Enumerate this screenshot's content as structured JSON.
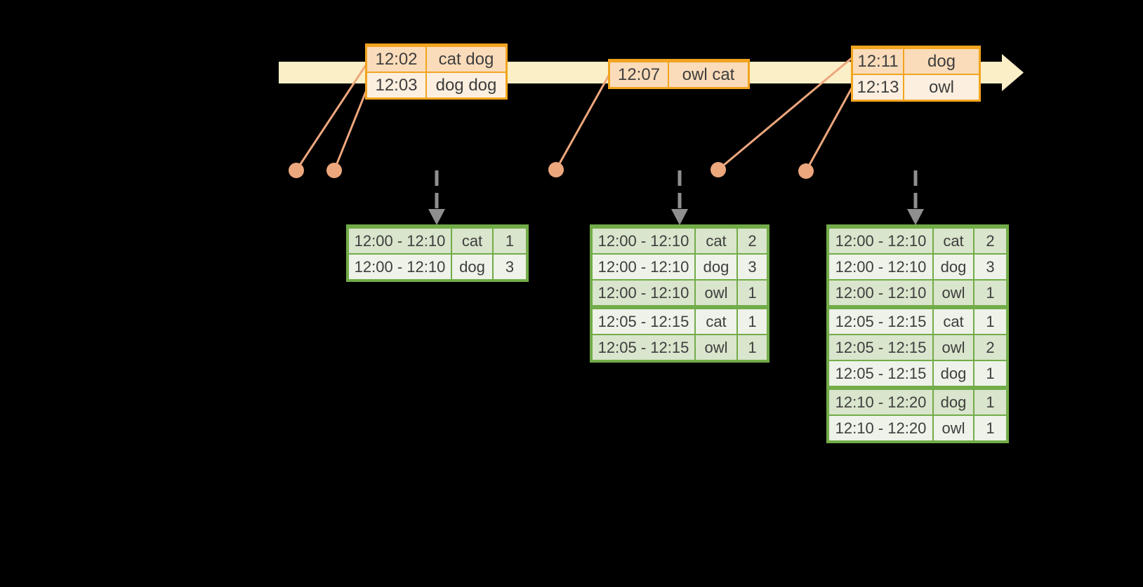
{
  "colors": {
    "background": "#000000",
    "bar_yellow": "#FBEFC8",
    "orange_border": "#F2A41E",
    "event_row_dark": "#FBDCBA",
    "event_row_light": "#FCEFDF",
    "connector_salmon": "#EDA77D",
    "green_border": "#72AC49",
    "result_row_dark": "#D9E5CC",
    "result_row_light": "#EEF2E8",
    "trigger_gray": "#8F8F8F",
    "text_dark": "#3E3E3E"
  },
  "timeline": {
    "event_tables": [
      {
        "rows": [
          {
            "time": "12:02",
            "words": "cat dog"
          },
          {
            "time": "12:03",
            "words": "dog dog"
          }
        ]
      },
      {
        "rows": [
          {
            "time": "12:07",
            "words": "owl cat"
          }
        ]
      },
      {
        "rows": [
          {
            "time": "12:11",
            "words": "dog"
          },
          {
            "time": "12:13",
            "words": "owl"
          }
        ]
      }
    ]
  },
  "result_tables": [
    {
      "rows": [
        {
          "window": "12:00 - 12:10",
          "word": "cat",
          "count": "1"
        },
        {
          "window": "12:00 - 12:10",
          "word": "dog",
          "count": "3"
        }
      ]
    },
    {
      "rows": [
        {
          "window": "12:00 - 12:10",
          "word": "cat",
          "count": "2"
        },
        {
          "window": "12:00 - 12:10",
          "word": "dog",
          "count": "3"
        },
        {
          "window": "12:00 - 12:10",
          "word": "owl",
          "count": "1"
        },
        {
          "window": "12:05 - 12:15",
          "word": "cat",
          "count": "1"
        },
        {
          "window": "12:05 - 12:15",
          "word": "owl",
          "count": "1"
        }
      ]
    },
    {
      "rows": [
        {
          "window": "12:00 - 12:10",
          "word": "cat",
          "count": "2"
        },
        {
          "window": "12:00 - 12:10",
          "word": "dog",
          "count": "3"
        },
        {
          "window": "12:00 - 12:10",
          "word": "owl",
          "count": "1"
        },
        {
          "window": "12:05 - 12:15",
          "word": "cat",
          "count": "1"
        },
        {
          "window": "12:05 - 12:15",
          "word": "owl",
          "count": "2"
        },
        {
          "window": "12:05 - 12:15",
          "word": "dog",
          "count": "1"
        },
        {
          "window": "12:10 - 12:20",
          "word": "dog",
          "count": "1"
        },
        {
          "window": "12:10 - 12:20",
          "word": "owl",
          "count": "1"
        }
      ]
    }
  ]
}
